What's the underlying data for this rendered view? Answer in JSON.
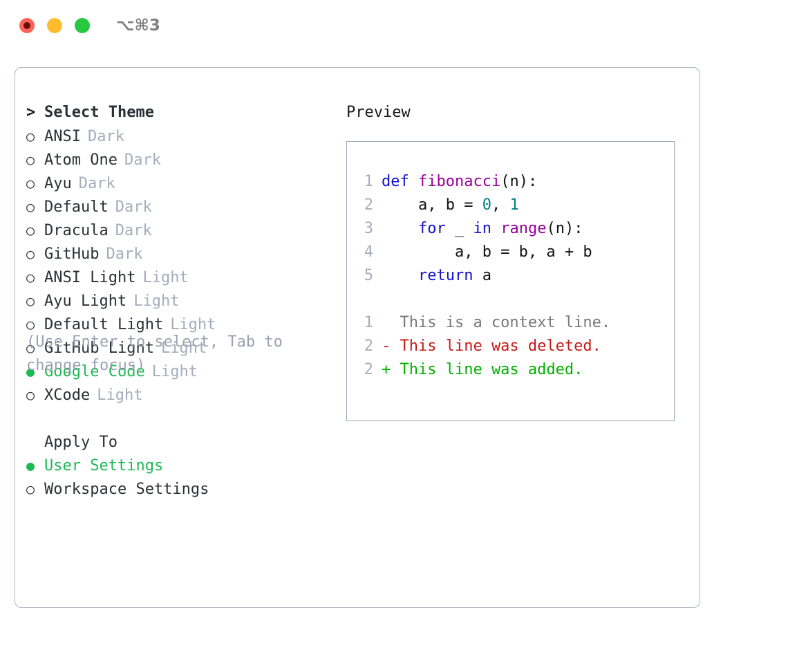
{
  "titlebar": {
    "shortcut": "⌥⌘3",
    "buttons": [
      {
        "name": "close",
        "color": "#ff6259"
      },
      {
        "name": "minimize",
        "color": "#febc2e"
      },
      {
        "name": "maximize",
        "color": "#28c840"
      }
    ]
  },
  "colors": {
    "accent_green": "#1db954",
    "panel_border": "#aab4c2",
    "preview_border": "#9aa7b8",
    "muted": "#a5adbb",
    "hint": "#9aa2b1",
    "keyword": "#1111cc",
    "function": "#990099",
    "number": "#008080",
    "diff_context": "#777777",
    "diff_deleted": "#c41a16",
    "diff_added": "#00b000"
  },
  "theme_list": {
    "prompt_marker": ">",
    "title": "Select Theme",
    "marker_unselected": "○",
    "marker_selected": "●",
    "items": [
      {
        "name": "ANSI",
        "tag": "Dark",
        "selected": false
      },
      {
        "name": "Atom One",
        "tag": "Dark",
        "selected": false
      },
      {
        "name": "Ayu",
        "tag": "Dark",
        "selected": false
      },
      {
        "name": "Default",
        "tag": "Dark",
        "selected": false
      },
      {
        "name": "Dracula",
        "tag": "Dark",
        "selected": false
      },
      {
        "name": "GitHub",
        "tag": "Dark",
        "selected": false
      },
      {
        "name": "ANSI Light",
        "tag": "Light",
        "selected": false
      },
      {
        "name": "Ayu Light",
        "tag": "Light",
        "selected": false
      },
      {
        "name": "Default Light",
        "tag": "Light",
        "selected": false
      },
      {
        "name": "GitHub Light",
        "tag": "Light",
        "selected": false
      },
      {
        "name": "Google Code",
        "tag": "Light",
        "selected": true
      },
      {
        "name": "XCode",
        "tag": "Light",
        "selected": false
      }
    ]
  },
  "apply_to": {
    "title": "Apply To",
    "items": [
      {
        "name": "User Settings",
        "selected": true
      },
      {
        "name": "Workspace Settings",
        "selected": false
      }
    ]
  },
  "hint": "(Use Enter to select, Tab to change focus)",
  "preview": {
    "title": "Preview",
    "code_lines": [
      {
        "lineno": "1",
        "tokens": [
          {
            "text": "def ",
            "kind": "keyword"
          },
          {
            "text": "fibonacci",
            "kind": "function"
          },
          {
            "text": "(n):",
            "kind": "punct"
          }
        ]
      },
      {
        "lineno": "2",
        "tokens": [
          {
            "text": "    a, b = ",
            "kind": "plain"
          },
          {
            "text": "0",
            "kind": "number"
          },
          {
            "text": ", ",
            "kind": "plain"
          },
          {
            "text": "1",
            "kind": "number"
          }
        ]
      },
      {
        "lineno": "3",
        "tokens": [
          {
            "text": "    ",
            "kind": "plain"
          },
          {
            "text": "for ",
            "kind": "keyword"
          },
          {
            "text": "_ ",
            "kind": "plain"
          },
          {
            "text": "in ",
            "kind": "keyword"
          },
          {
            "text": "range",
            "kind": "function"
          },
          {
            "text": "(n):",
            "kind": "punct"
          }
        ]
      },
      {
        "lineno": "4",
        "tokens": [
          {
            "text": "        a, b = b, a + b",
            "kind": "plain"
          }
        ]
      },
      {
        "lineno": "5",
        "tokens": [
          {
            "text": "    ",
            "kind": "plain"
          },
          {
            "text": "return ",
            "kind": "keyword"
          },
          {
            "text": "a",
            "kind": "plain"
          }
        ]
      }
    ],
    "diff_lines": [
      {
        "lineno": "1",
        "sign": " ",
        "text": "  This is a context line.",
        "kind": "context"
      },
      {
        "lineno": "2",
        "sign": "-",
        "text": "- This line was deleted.",
        "kind": "deleted"
      },
      {
        "lineno": "2",
        "sign": "+",
        "text": "+ This line was added.",
        "kind": "added"
      }
    ]
  }
}
